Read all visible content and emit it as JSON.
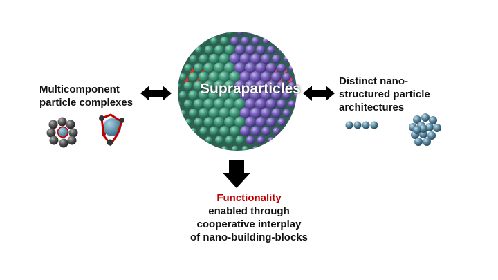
{
  "center": {
    "title": "Supraparticles"
  },
  "left": {
    "line1": "Multicomponent",
    "line2": "particle complexes"
  },
  "right": {
    "line1": "Distinct nano-",
    "line2": "structured particle",
    "line3": "architectures"
  },
  "bottom": {
    "highlight": "Functionality",
    "line1": "enabled through",
    "line2": "cooperative interplay",
    "line3": "of nano-building-blocks"
  },
  "colors": {
    "sphere_green": "#3f9a7c",
    "sphere_purple": "#7b63b8",
    "accent_red": "#c00000",
    "nanoparticle_grey": "#555555",
    "nanoparticle_blue": "#5f8ea6"
  }
}
